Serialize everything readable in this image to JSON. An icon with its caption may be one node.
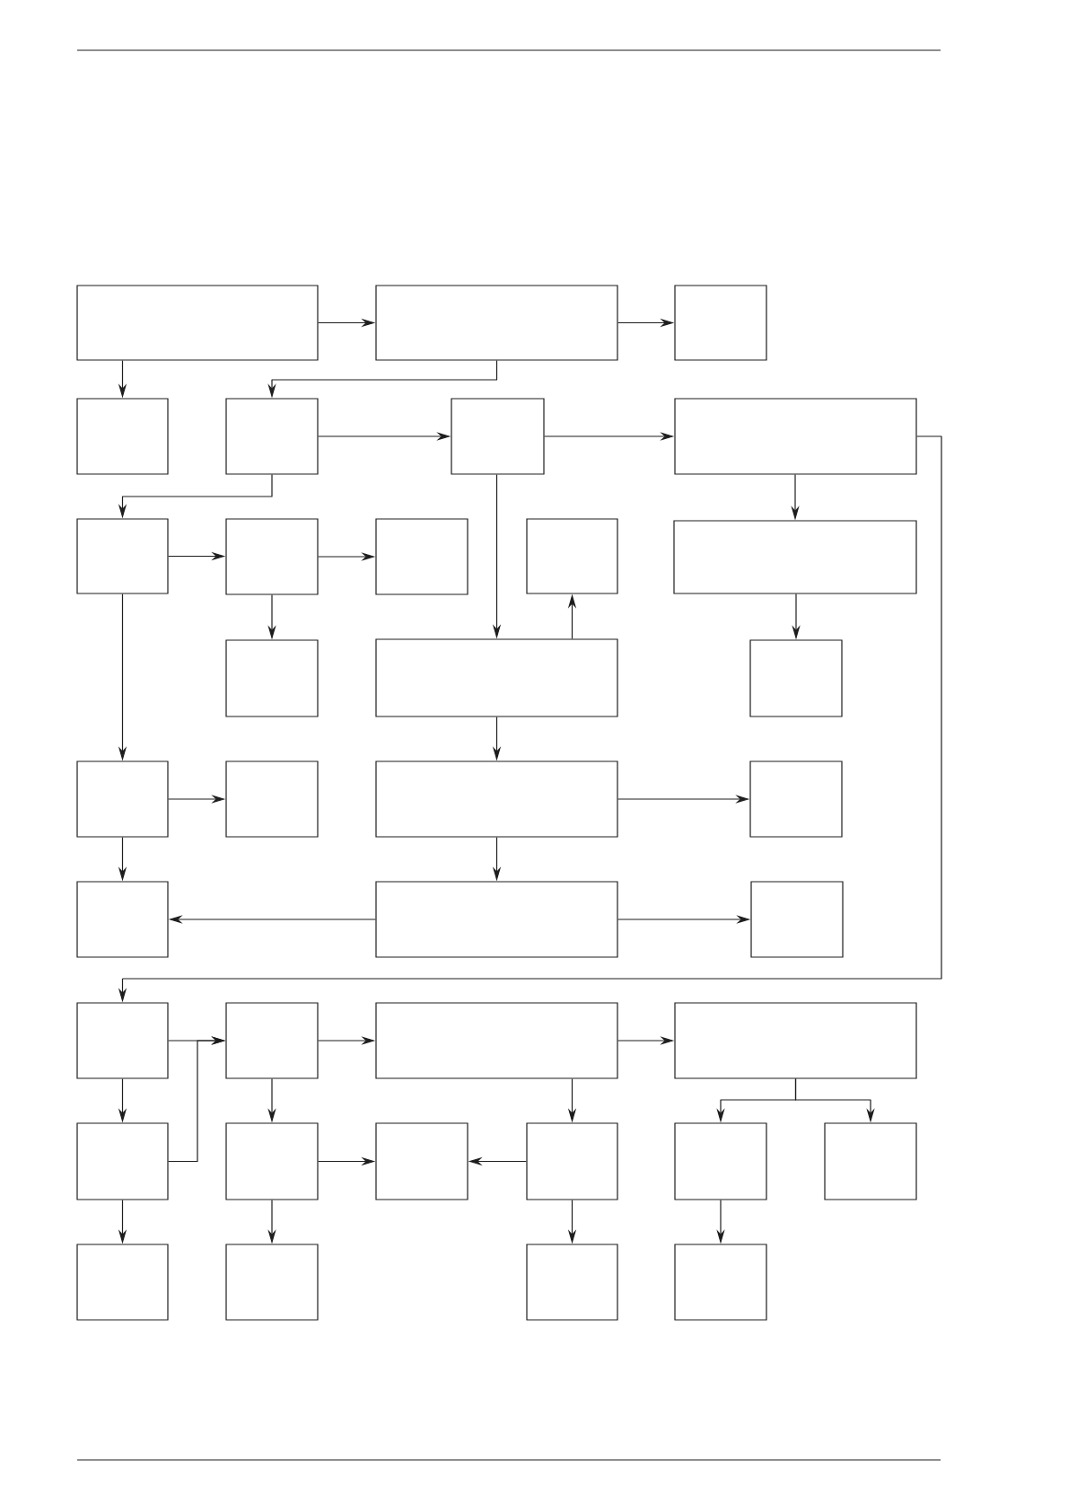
{
  "diagram": {
    "nodes": [
      {
        "text": [],
        "shape": "box"
      },
      {
        "text": [],
        "shape": "box"
      },
      {
        "text": [],
        "shape": "box"
      },
      {
        "text": [],
        "shape": "box"
      },
      {
        "text": [],
        "shape": "box"
      },
      {
        "text": [],
        "shape": "box"
      },
      {
        "text": [],
        "shape": "box"
      },
      {
        "text": [],
        "shape": "box"
      },
      {
        "text": [],
        "shape": "box"
      },
      {
        "text": [],
        "shape": "box"
      },
      {
        "text": [],
        "shape": "box"
      },
      {
        "text": [],
        "shape": "box"
      },
      {
        "text": [],
        "shape": "box"
      },
      {
        "text": [],
        "shape": "box"
      },
      {
        "text": [],
        "shape": "box"
      },
      {
        "text": [],
        "shape": "box"
      },
      {
        "text": [],
        "shape": "box"
      },
      {
        "text": [],
        "shape": "box"
      },
      {
        "text": [],
        "shape": "box"
      },
      {
        "text": [],
        "shape": "box"
      },
      {
        "text": [],
        "shape": "box"
      },
      {
        "text": [],
        "shape": "box"
      },
      {
        "text": [],
        "shape": "box"
      },
      {
        "text": [],
        "shape": "box"
      },
      {
        "text": [],
        "shape": "box"
      },
      {
        "text": [],
        "shape": "box"
      },
      {
        "text": [],
        "shape": "box"
      },
      {
        "text": [],
        "shape": "box"
      },
      {
        "text": [],
        "shape": "box"
      },
      {
        "text": [],
        "shape": "box"
      },
      {
        "text": [],
        "shape": "box"
      },
      {
        "text": [],
        "shape": "box"
      },
      {
        "text": [],
        "shape": "box"
      },
      {
        "text": [],
        "shape": "box"
      },
      {
        "text": [],
        "shape": "box"
      },
      {
        "text": [],
        "shape": "box"
      }
    ],
    "edges": [
      {
        "from": 0,
        "to": 1,
        "arrow": "to"
      },
      {
        "from": 1,
        "to": 2,
        "arrow": "to"
      },
      {
        "from": 0,
        "to": 3,
        "arrow": "to"
      },
      {
        "from": 1,
        "to": 4,
        "arrow": "to"
      },
      {
        "from": 4,
        "to": 5,
        "arrow": "to"
      },
      {
        "from": 5,
        "to": 6,
        "arrow": "to"
      },
      {
        "from": 6,
        "to": 22,
        "arrow": "to"
      },
      {
        "from": 4,
        "to": 7,
        "arrow": "to"
      },
      {
        "from": 7,
        "to": 8,
        "arrow": "to"
      },
      {
        "from": 8,
        "to": 9,
        "arrow": "to"
      },
      {
        "from": 8,
        "to": 12,
        "arrow": "to"
      },
      {
        "from": 7,
        "to": 15,
        "arrow": "to"
      },
      {
        "from": 5,
        "to": 13,
        "arrow": "to"
      },
      {
        "from": 13,
        "to": 10,
        "arrow": "to"
      },
      {
        "from": 6,
        "to": 11,
        "arrow": "to"
      },
      {
        "from": 11,
        "to": 14,
        "arrow": "to"
      },
      {
        "from": 13,
        "to": 17,
        "arrow": "to"
      },
      {
        "from": 15,
        "to": 16,
        "arrow": "to"
      },
      {
        "from": 17,
        "to": 18,
        "arrow": "to"
      },
      {
        "from": 15,
        "to": 19,
        "arrow": "to"
      },
      {
        "from": 17,
        "to": 20,
        "arrow": "to"
      },
      {
        "from": 20,
        "to": 19,
        "arrow": "to"
      },
      {
        "from": 20,
        "to": 21,
        "arrow": "to"
      },
      {
        "from": 22,
        "to": 23,
        "arrow": "to"
      },
      {
        "from": 23,
        "to": 24,
        "arrow": "to"
      },
      {
        "from": 24,
        "to": 25,
        "arrow": "to"
      },
      {
        "from": 22,
        "to": 26,
        "arrow": "to"
      },
      {
        "from": 26,
        "to": 23,
        "arrow": "to"
      },
      {
        "from": 23,
        "to": 27,
        "arrow": "to"
      },
      {
        "from": 27,
        "to": 28,
        "arrow": "to"
      },
      {
        "from": 29,
        "to": 28,
        "arrow": "to"
      },
      {
        "from": 24,
        "to": 29,
        "arrow": "to"
      },
      {
        "from": 25,
        "to": 30,
        "arrow": "to"
      },
      {
        "from": 25,
        "to": 31,
        "arrow": "to"
      },
      {
        "from": 26,
        "to": 32,
        "arrow": "to"
      },
      {
        "from": 27,
        "to": 33,
        "arrow": "to"
      },
      {
        "from": 29,
        "to": 34,
        "arrow": "to"
      },
      {
        "from": 30,
        "to": 35,
        "arrow": "to"
      }
    ]
  }
}
